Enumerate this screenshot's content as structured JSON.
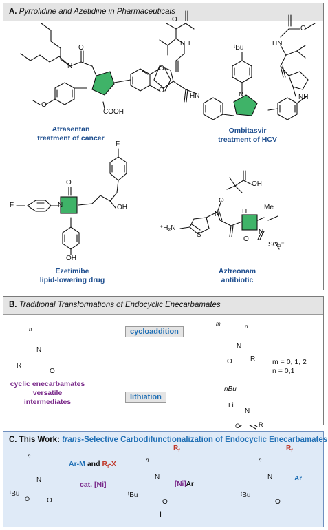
{
  "panelA": {
    "letter": "A.",
    "title": "Pyrrolidine and Azetidine in Pharmaceuticals",
    "drugs": [
      {
        "name": "Atrasentan",
        "use": "treatment of cancer"
      },
      {
        "name": "Ombitasvir",
        "use": "treatment of HCV"
      },
      {
        "name": "Ezetimibe",
        "use": "lipid-lowering drug"
      },
      {
        "name": "Aztreonam",
        "use": "antibiotic"
      }
    ],
    "atoms": {
      "o": "O",
      "n": "N",
      "cooh": "COOH",
      "oh": "OH",
      "f": "F",
      "h": "H",
      "me": "Me",
      "tbu": "ᵗBu",
      "h3n": "⁺H₂N",
      "so3": "SO₃⁻",
      "s": "S",
      "nh": "NH",
      "hn": "HN"
    }
  },
  "panelB": {
    "letter": "B.",
    "title": "Traditional Transformations of Endocyclic Enecarbamates",
    "substrate_label_1": "cyclic enecarbamates",
    "substrate_label_2": "versatile intermediates",
    "reactions": [
      "cycloaddition",
      "lithiation"
    ],
    "conditions": [
      "m = 0, 1, 2",
      "n = 0,1"
    ],
    "atoms": {
      "n": "N",
      "o": "O",
      "r": "R",
      "li": "Li",
      "nbu": "nBu",
      "nsub": "n",
      "msub": "m"
    }
  },
  "panelC": {
    "letter": "C. This Work:",
    "title_italic": "trans",
    "title_rest": "-Selective Carbodifunctionalization of Endocyclic Enecarbamates",
    "reagent_line1_a": "Ar-M",
    "reagent_line1_b": "and",
    "reagent_line1_c": "R",
    "reagent_line1_d": "-X",
    "catalyst": "cat. [Ni]",
    "intermediate": "I",
    "atoms": {
      "n": "N",
      "o": "O",
      "tbu": "ᵗBu",
      "nsub": "n",
      "rf": "R",
      "f": "f",
      "ni": "[Ni]",
      "ar": "Ar"
    }
  },
  "colors": {
    "green": "#3fb368",
    "blue": "#1f6fb5",
    "purple": "#7a2a8a",
    "red": "#c0392b",
    "panelC": "#dfeaf7"
  }
}
